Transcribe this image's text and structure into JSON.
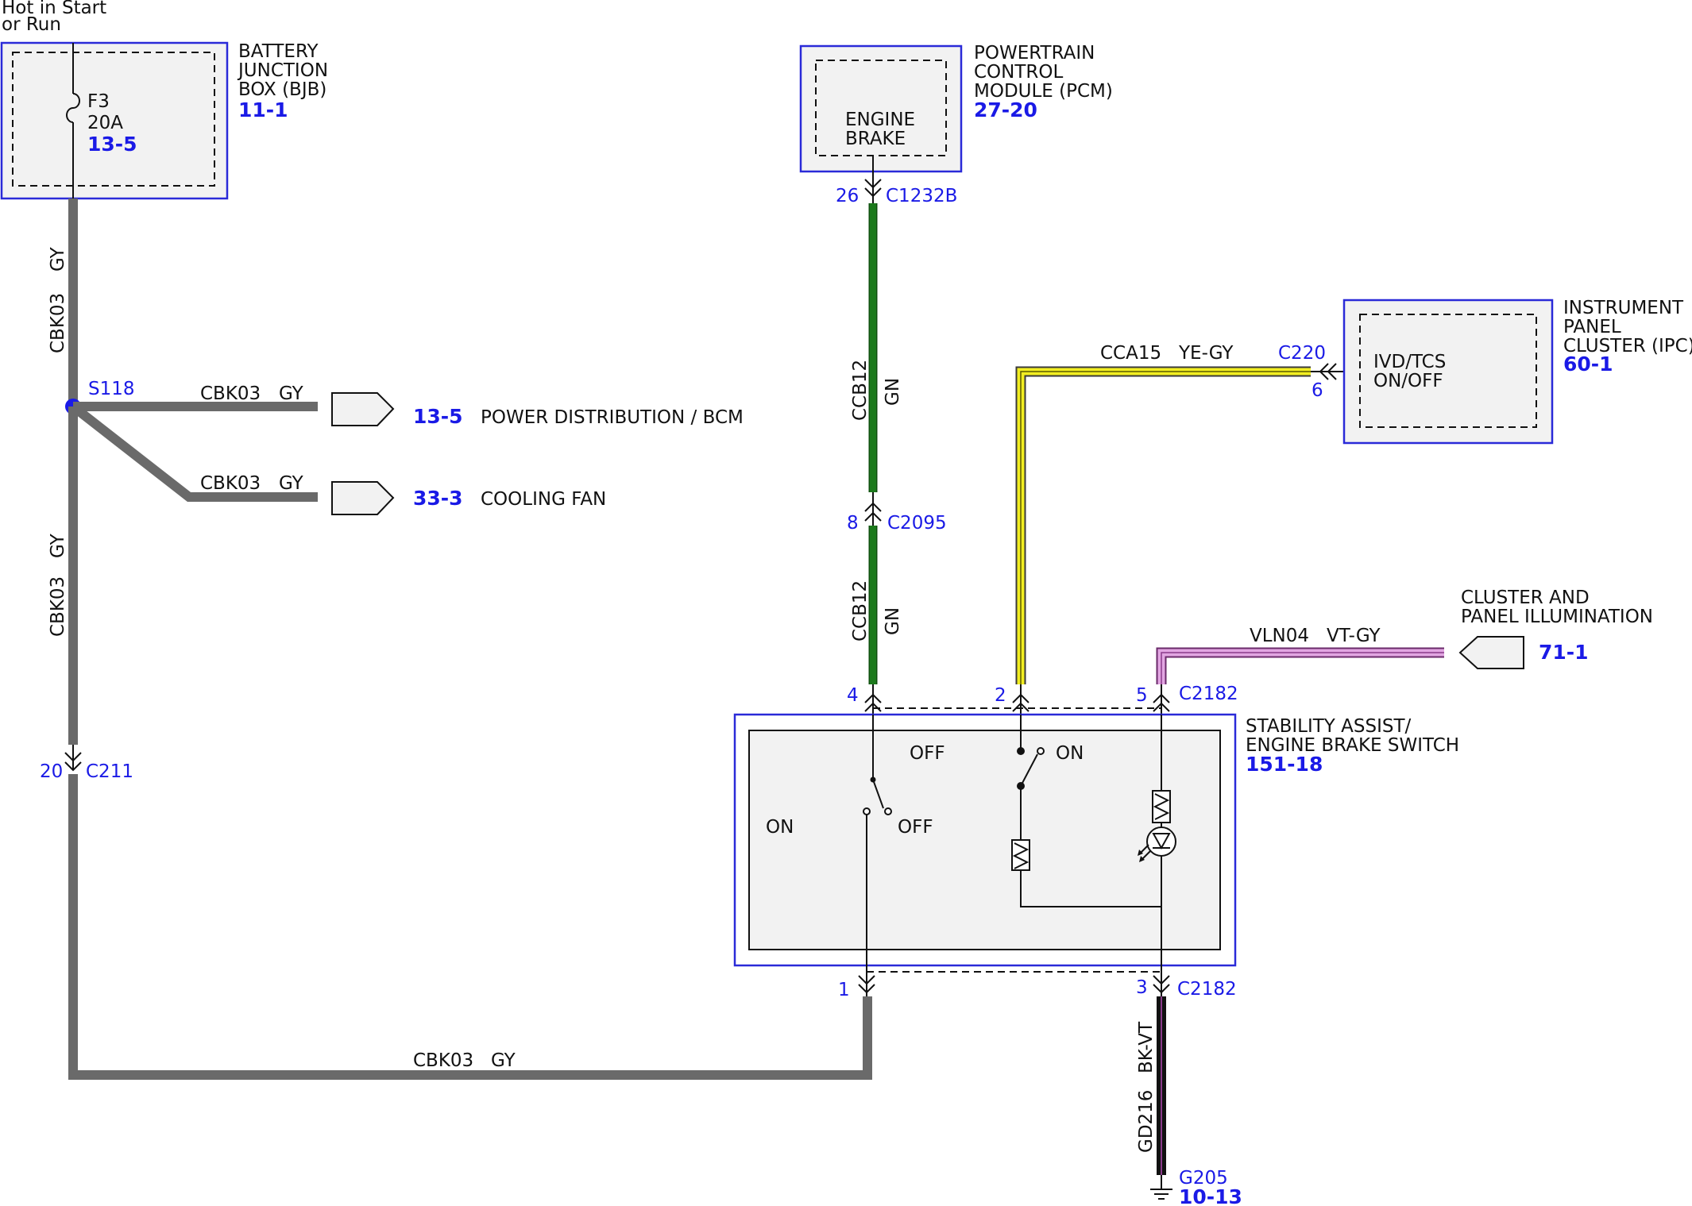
{
  "top_note": [
    "Hot in Start",
    "or Run"
  ],
  "colors": {
    "module_border": "#2a2ad8",
    "ref_blue": "#1a1ae6",
    "wire_gray": "#6a6a6a",
    "wire_green": "#1c7a1c",
    "wire_yellow": "#f2ee22",
    "wire_violet": "#e2a6e2",
    "wire_black": "#111111"
  },
  "modules": {
    "bjb": {
      "title": [
        "BATTERY",
        "JUNCTION",
        "BOX (BJB)"
      ],
      "ref": "11-1",
      "fuse_id": "F3",
      "fuse_rating": "20A",
      "fuse_ref": "13-5"
    },
    "pcm": {
      "title": [
        "POWERTRAIN",
        "CONTROL",
        "MODULE (PCM)"
      ],
      "ref": "27-20",
      "inner": [
        "ENGINE",
        "BRAKE"
      ]
    },
    "ipc": {
      "title": [
        "INSTRUMENT",
        "PANEL",
        "CLUSTER (IPC)"
      ],
      "ref": "60-1",
      "inner": [
        "IVD/TCS",
        "ON/OFF"
      ]
    },
    "switch": {
      "title": [
        "STABILITY ASSIST/",
        "ENGINE BRAKE SWITCH"
      ],
      "ref": "151-18",
      "on_left": "ON",
      "off_left": "OFF",
      "off_top": "OFF",
      "on_right": "ON"
    },
    "illum": {
      "title": [
        "CLUSTER AND",
        "PANEL ILLUMINATION"
      ],
      "ref": "71-1"
    }
  },
  "splice": "S118",
  "branches": [
    {
      "wire": "CBK03",
      "color": "GY",
      "ref": "13-5",
      "dest": "POWER DISTRIBUTION / BCM"
    },
    {
      "wire": "CBK03",
      "color": "GY",
      "ref": "33-3",
      "dest": "COOLING FAN"
    }
  ],
  "wires": {
    "gy_upper": {
      "circuit": "CBK03",
      "color": "GY"
    },
    "gy_lower": {
      "circuit": "CBK03",
      "color": "GY"
    },
    "gy_bottom": {
      "circuit": "CBK03",
      "color": "GY"
    },
    "gn_upper": {
      "circuit": "CCB12",
      "color": "GN"
    },
    "gn_lower": {
      "circuit": "CCB12",
      "color": "GN"
    },
    "yegy": {
      "circuit": "CCA15",
      "color": "YE-GY"
    },
    "vtgy": {
      "circuit": "VLN04",
      "color": "VT-GY"
    },
    "bkvt": {
      "circuit": "GD216",
      "color": "BK-VT"
    }
  },
  "connectors": {
    "c211": {
      "pin": "20",
      "name": "C211"
    },
    "c1232b": {
      "pin": "26",
      "name": "C1232B"
    },
    "c2095": {
      "pin": "8",
      "name": "C2095"
    },
    "c220": {
      "pin": "6",
      "name": "C220"
    },
    "c2182_4": {
      "pin": "4"
    },
    "c2182_2": {
      "pin": "2"
    },
    "c2182_5": {
      "pin": "5",
      "name": "C2182"
    },
    "c2182_1": {
      "pin": "1"
    },
    "c2182_3": {
      "pin": "3",
      "name": "C2182"
    }
  },
  "ground": {
    "name": "G205",
    "ref": "10-13"
  }
}
